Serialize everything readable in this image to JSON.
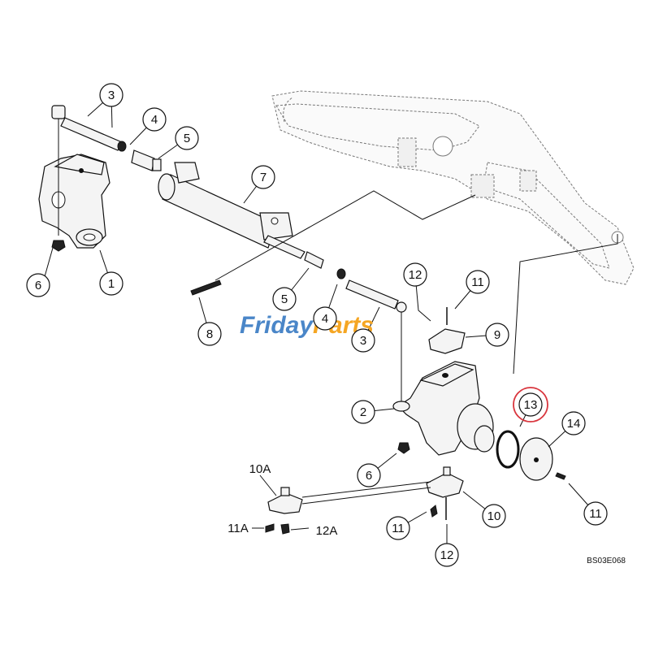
{
  "diagram": {
    "reference_code": "BS03E068",
    "watermark": {
      "text": "FridayParts",
      "part1": "Friday",
      "part2": "Parts",
      "color1": "#4a86c8",
      "color2": "#f5a623"
    },
    "highlight_color": "#d9363e",
    "highlighted_callout": "13",
    "callouts": [
      {
        "id": "c-3-top",
        "label": "3"
      },
      {
        "id": "c-4-top",
        "label": "4"
      },
      {
        "id": "c-5-top",
        "label": "5"
      },
      {
        "id": "c-7",
        "label": "7"
      },
      {
        "id": "c-6-left",
        "label": "6"
      },
      {
        "id": "c-1",
        "label": "1"
      },
      {
        "id": "c-5-mid",
        "label": "5"
      },
      {
        "id": "c-8",
        "label": "8"
      },
      {
        "id": "c-4-mid",
        "label": "4"
      },
      {
        "id": "c-3-mid",
        "label": "3"
      },
      {
        "id": "c-12-top",
        "label": "12"
      },
      {
        "id": "c-11-top",
        "label": "11"
      },
      {
        "id": "c-9",
        "label": "9"
      },
      {
        "id": "c-2",
        "label": "2"
      },
      {
        "id": "c-13",
        "label": "13"
      },
      {
        "id": "c-14",
        "label": "14"
      },
      {
        "id": "c-6-right",
        "label": "6"
      },
      {
        "id": "c-10",
        "label": "10"
      },
      {
        "id": "c-11-bottom",
        "label": "11"
      },
      {
        "id": "c-12-bottom",
        "label": "12"
      },
      {
        "id": "c-11-right",
        "label": "11"
      }
    ],
    "text_labels": [
      {
        "id": "t-10a",
        "label": "10A"
      },
      {
        "id": "t-11a",
        "label": "11A"
      },
      {
        "id": "t-12a",
        "label": "12A"
      }
    ]
  }
}
